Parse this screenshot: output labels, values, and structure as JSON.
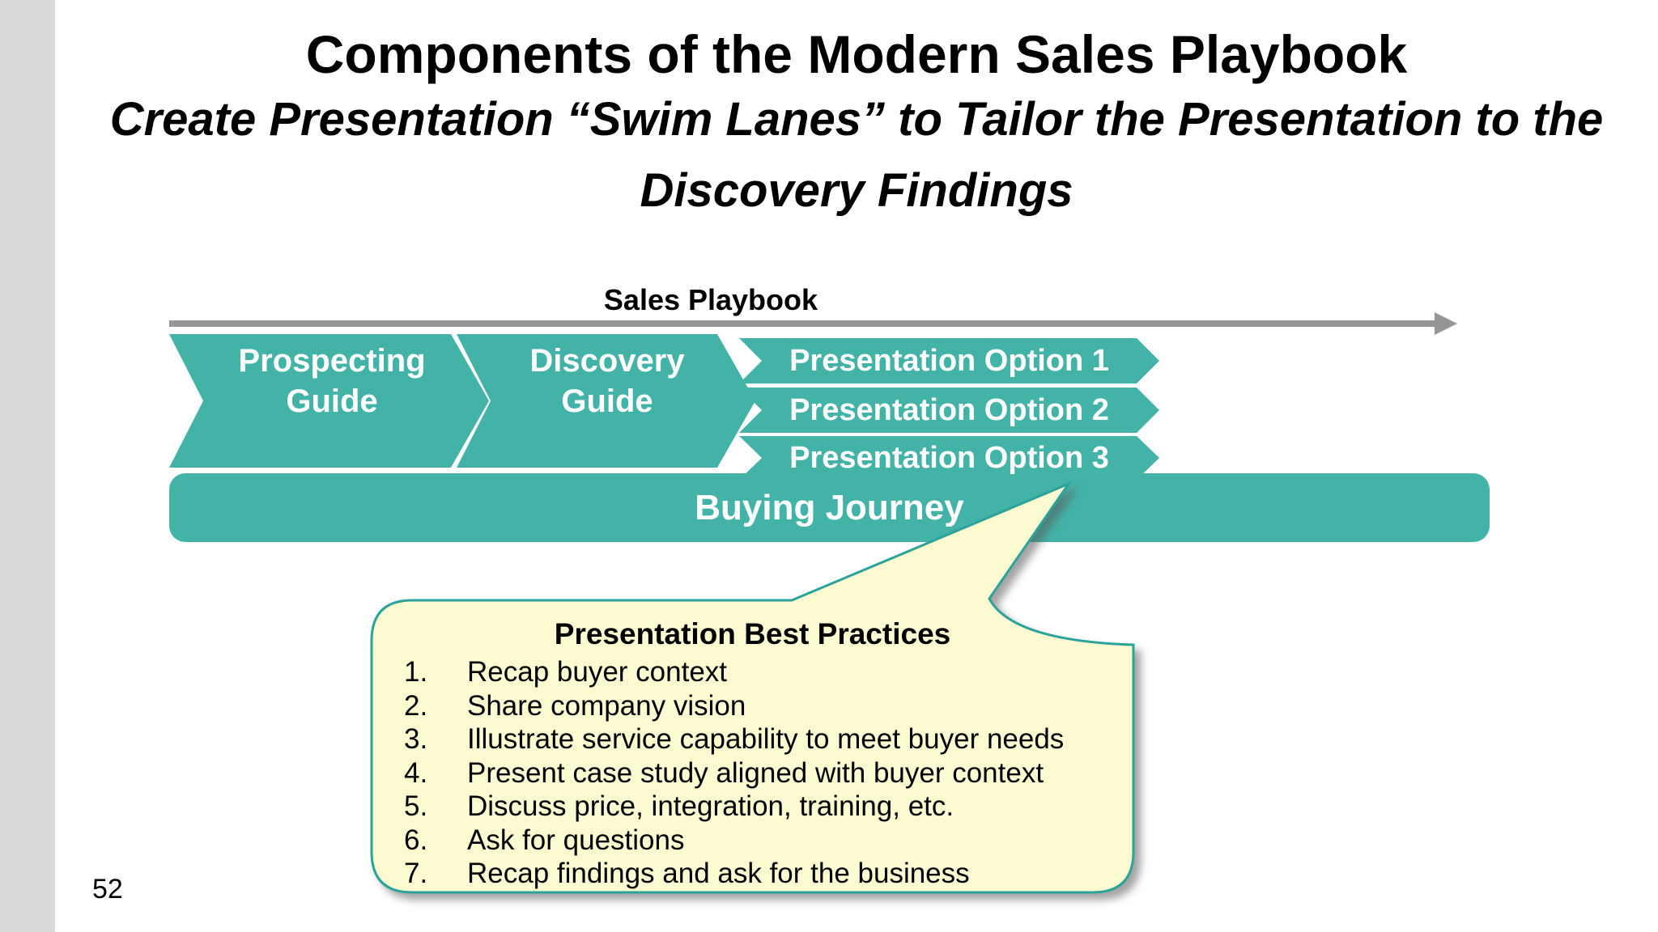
{
  "slide": {
    "title": "Components of the Modern Sales Playbook",
    "subtitle_line1": "Create Presentation “Swim Lanes” to Tailor the Presentation to the",
    "subtitle_line2": "Discovery Findings",
    "page_number": "52"
  },
  "diagram": {
    "flow_label": "Sales Playbook",
    "stages": [
      "Prospecting\nGuide",
      "Discovery\nGuide"
    ],
    "options": [
      "Presentation Option 1",
      "Presentation Option 2",
      "Presentation Option 3"
    ],
    "journey_label": "Buying Journey"
  },
  "callout": {
    "title": "Presentation Best Practices",
    "items": [
      {
        "num": "1.",
        "text": "Recap buyer context"
      },
      {
        "num": "2.",
        "text": "Share company vision"
      },
      {
        "num": "3.",
        "text": "Illustrate service capability to meet buyer needs"
      },
      {
        "num": "4.",
        "text": "Present case study aligned with buyer context"
      },
      {
        "num": "5.",
        "text": "Discuss price, integration, training, etc."
      },
      {
        "num": "6.",
        "text": "Ask for questions"
      },
      {
        "num": "7.",
        "text": "Recap findings and ask for the business"
      }
    ]
  },
  "colors": {
    "teal": "#43B3A7",
    "callout_fill": "#FBFAD1",
    "callout_border": "#2BA39A",
    "arrow_gray": "#969696",
    "strip_gray": "#D9D9D9"
  }
}
